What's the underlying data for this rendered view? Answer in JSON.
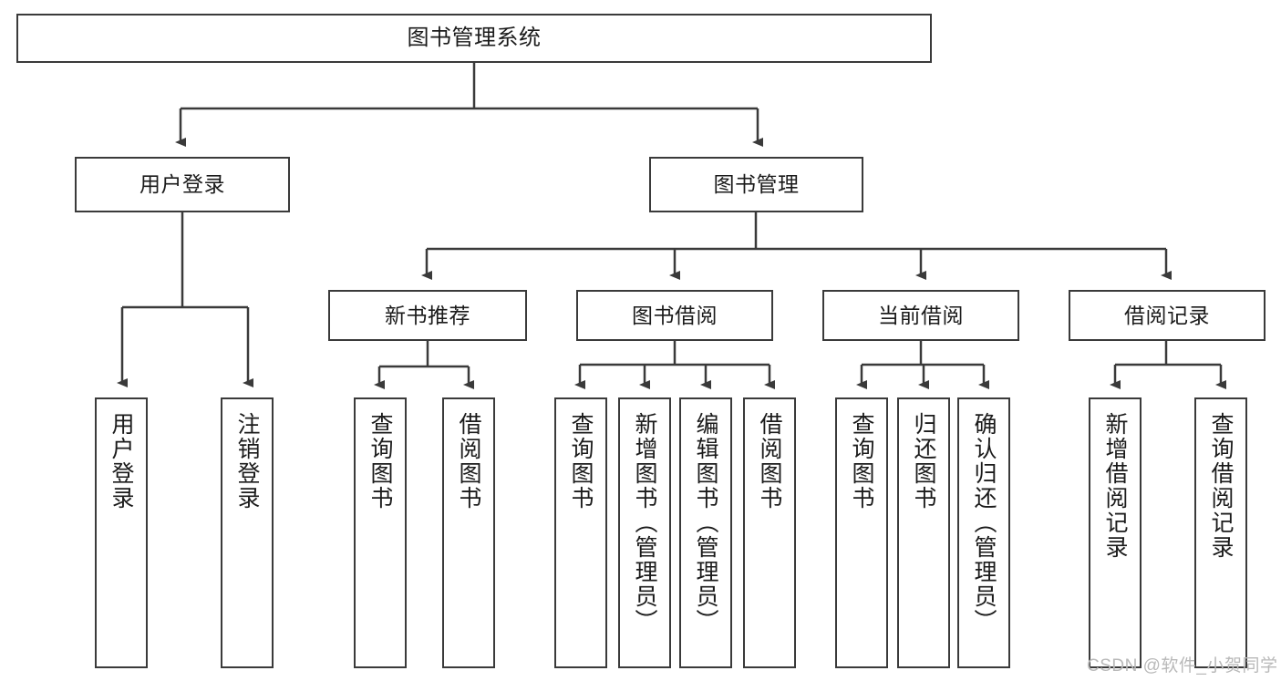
{
  "diagram": {
    "title": "图书管理系统",
    "type": "tree",
    "colors": {
      "box_border": "#3a3a3a",
      "box_fill": "#ffffff",
      "connector": "#3a3a3a",
      "text": "#1b1b1b",
      "watermark": "#b9b9b9"
    },
    "root": {
      "label": "图书管理系统"
    },
    "level2": [
      {
        "label": "用户登录"
      },
      {
        "label": "图书管理"
      }
    ],
    "level3": [
      {
        "label": "新书推荐"
      },
      {
        "label": "图书借阅"
      },
      {
        "label": "当前借阅"
      },
      {
        "label": "借阅记录"
      }
    ],
    "leaves": {
      "user_login": [
        {
          "label": "用户登录"
        },
        {
          "label": "注销登录"
        }
      ],
      "new_book_recommend": [
        {
          "label": "查询图书"
        },
        {
          "label": "借阅图书"
        }
      ],
      "book_borrow": [
        {
          "label": "查询图书"
        },
        {
          "label": "新增图书（管理员）"
        },
        {
          "label": "编辑图书（管理员）"
        },
        {
          "label": "借阅图书"
        }
      ],
      "current_borrow": [
        {
          "label": "查询图书"
        },
        {
          "label": "归还图书"
        },
        {
          "label": "确认归还（管理员）"
        }
      ],
      "borrow_record": [
        {
          "label": "新增借阅记录"
        },
        {
          "label": "查询借阅记录"
        }
      ]
    },
    "watermark": "CSDN @软件_小贺同学"
  }
}
